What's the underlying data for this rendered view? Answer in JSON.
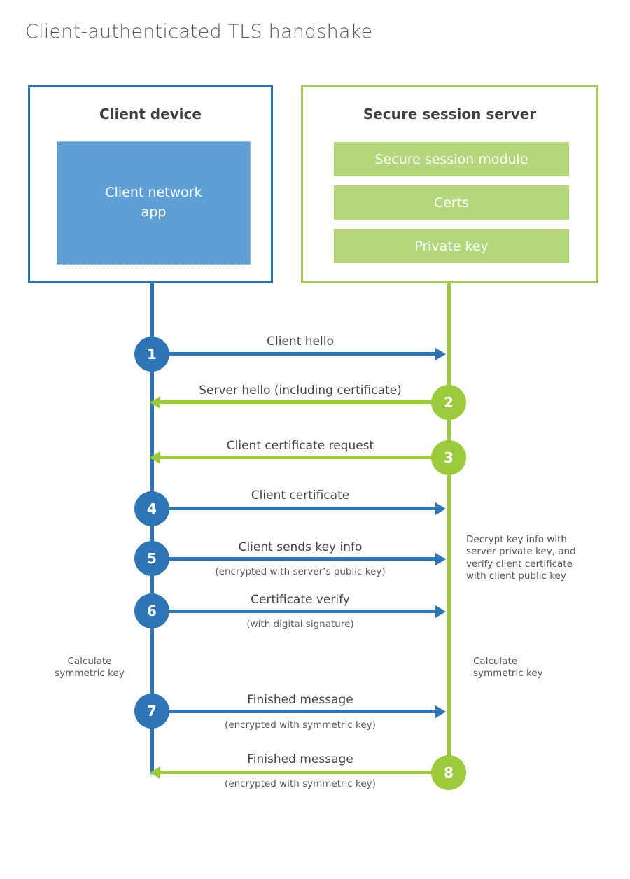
{
  "page": {
    "title": "Client-authenticated TLS handshake"
  },
  "colors": {
    "client_blue": "#2e75b5",
    "client_app_fill": "#5e9fd6",
    "server_green_line": "#9bcb3c",
    "server_green_border": "#a3cc52",
    "server_module_fill": "#b4d77b",
    "title_gray": "#595959",
    "heading_gray": "#3f3f3f"
  },
  "client": {
    "title": "Client device",
    "app_label": "Client network app"
  },
  "server": {
    "title": "Secure session server",
    "modules": [
      {
        "label": "Secure session module"
      },
      {
        "label": "Certs"
      },
      {
        "label": "Private key"
      }
    ]
  },
  "messages": [
    {
      "step": "1",
      "label": "Client hello",
      "sub": "",
      "direction": "right",
      "from": "client",
      "to": "server"
    },
    {
      "step": "2",
      "label": "Server hello (including certificate)",
      "sub": "",
      "direction": "left",
      "from": "server",
      "to": "client"
    },
    {
      "step": "3",
      "label": "Client certificate request",
      "sub": "",
      "direction": "left",
      "from": "server",
      "to": "client"
    },
    {
      "step": "4",
      "label": "Client certificate",
      "sub": "",
      "direction": "right",
      "from": "client",
      "to": "server"
    },
    {
      "step": "5",
      "label": "Client sends key info",
      "sub": "(encrypted with server’s public key)",
      "direction": "right",
      "from": "client",
      "to": "server"
    },
    {
      "step": "6",
      "label": "Certificate verify",
      "sub": "(with digital signature)",
      "direction": "right",
      "from": "client",
      "to": "server"
    },
    {
      "step": "7",
      "label": "Finished message",
      "sub": "(encrypted with symmetric key)",
      "direction": "right",
      "from": "client",
      "to": "server"
    },
    {
      "step": "8",
      "label": "Finished message",
      "sub": "(encrypted with symmetric key)",
      "direction": "left",
      "from": "server",
      "to": "client"
    }
  ],
  "notes": {
    "decrypt": "Decrypt key info with server private key, and verify client certificate with client public key",
    "calc_left": "Calculate symmetric key",
    "calc_right": "Calculate symmetric key"
  }
}
